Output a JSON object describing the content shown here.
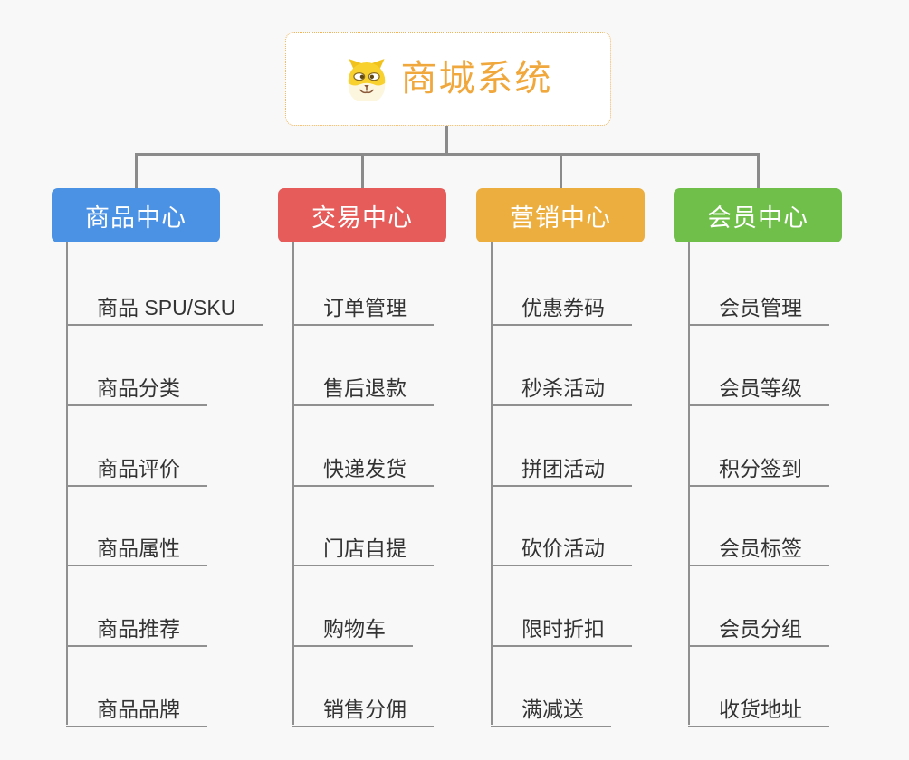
{
  "canvas": {
    "background": "#f8f8f8",
    "connector_color": "#8b8b8b",
    "leaf_line_color": "#909090",
    "leaf_text_color": "#333333"
  },
  "root": {
    "title": "商城系统",
    "icon": "dog-face-icon",
    "text_color": "#f0a73c",
    "border_color": "#efb45a",
    "background": "#ffffff"
  },
  "branches": [
    {
      "id": "product",
      "label": "商品中心",
      "color": "#4b92e5",
      "items": [
        "商品 SPU/SKU",
        "商品分类",
        "商品评价",
        "商品属性",
        "商品推荐",
        "商品品牌"
      ]
    },
    {
      "id": "trade",
      "label": "交易中心",
      "color": "#e65c5a",
      "items": [
        "订单管理",
        "售后退款",
        "快递发货",
        "门店自提",
        "购物车",
        "销售分佣"
      ]
    },
    {
      "id": "marketing",
      "label": "营销中心",
      "color": "#ebae3f",
      "items": [
        "优惠券码",
        "秒杀活动",
        "拼团活动",
        "砍价活动",
        "限时折扣",
        "满减送"
      ]
    },
    {
      "id": "member",
      "label": "会员中心",
      "color": "#70bf4a",
      "items": [
        "会员管理",
        "会员等级",
        "积分签到",
        "会员标签",
        "会员分组",
        "收货地址"
      ]
    }
  ]
}
